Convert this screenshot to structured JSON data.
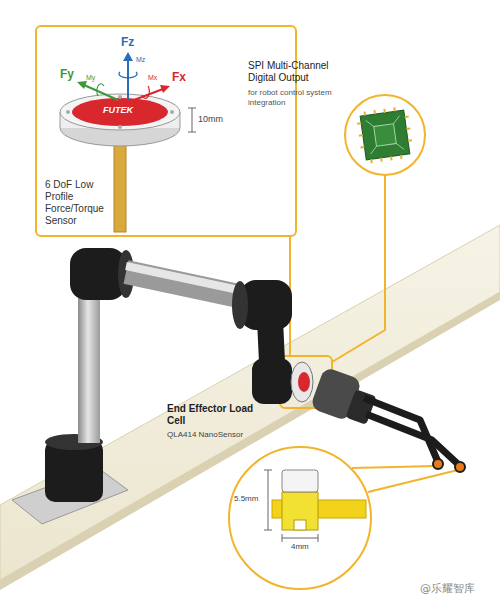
{
  "diagram": {
    "nodes": [
      {
        "text": [
          "6 DoF Low Profile Force/Torque Sensor"
        ]
      },
      {
        "text": [
          "End Effector Load Cell",
          "QLA414 NanoSensor"
        ]
      }
    ],
    "labels": [
      "Fz",
      "Mz",
      "Fy",
      "My",
      "Mx",
      "Fx",
      "FUTEK",
      "10mm",
      "SPI Multi-Channel Digital Output",
      "for robot control system integration",
      "5.5mm",
      "4mm",
      "@乐耀智库"
    ]
  }
}
